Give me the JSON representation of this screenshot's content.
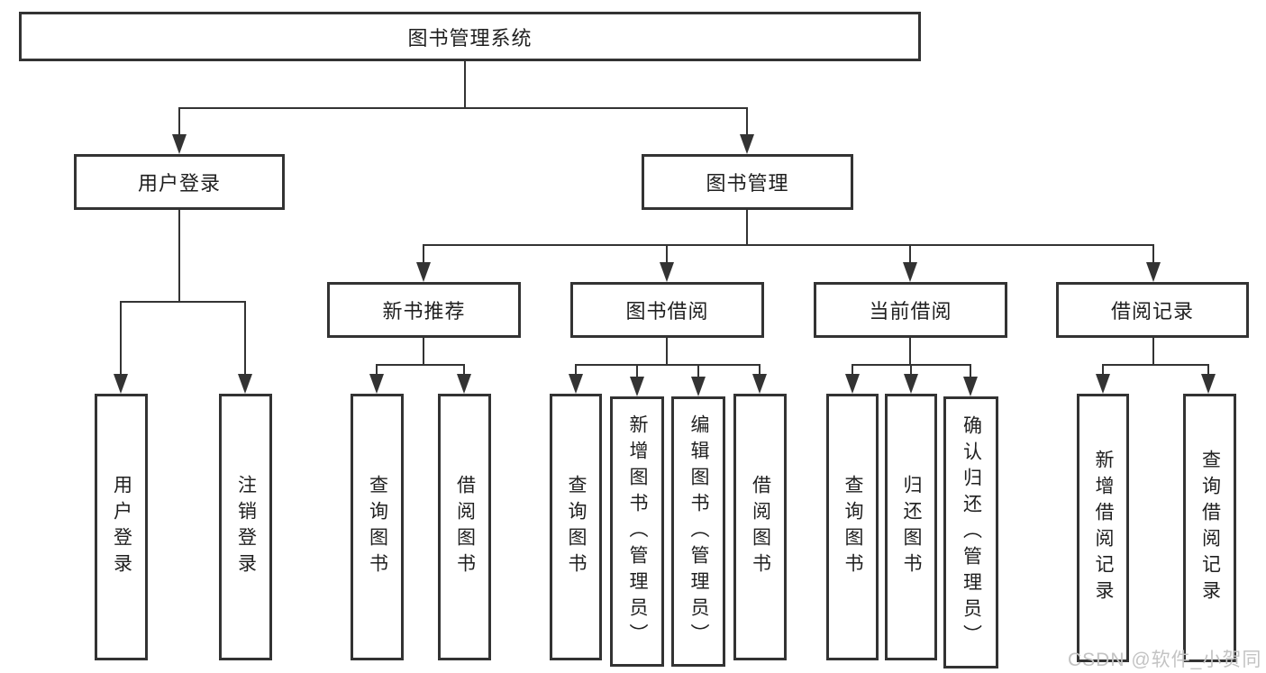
{
  "diagram": {
    "root": {
      "label": "图书管理系统"
    },
    "level2": [
      {
        "label": "用户登录"
      },
      {
        "label": "图书管理"
      }
    ],
    "level3": [
      {
        "label": "新书推荐"
      },
      {
        "label": "图书借阅"
      },
      {
        "label": "当前借阅"
      },
      {
        "label": "借阅记录"
      }
    ],
    "leaves": {
      "user_login": [
        {
          "label": "用户登录"
        },
        {
          "label": "注销登录"
        }
      ],
      "new_book": [
        {
          "label": "查询图书"
        },
        {
          "label": "借阅图书"
        }
      ],
      "book_borrow": [
        {
          "label": "查询图书"
        },
        {
          "label": "新增图书（管理员）"
        },
        {
          "label": "编辑图书（管理员）"
        },
        {
          "label": "借阅图书"
        }
      ],
      "current_borrow": [
        {
          "label": "查询图书"
        },
        {
          "label": "归还图书"
        },
        {
          "label": "确认归还（管理员）"
        }
      ],
      "borrow_record": [
        {
          "label": "新增借阅记录"
        },
        {
          "label": "查询借阅记录"
        }
      ]
    },
    "watermark": "CSDN @软件_小贺同学",
    "colors": {
      "line": "#333333",
      "text": "#1f1f1f",
      "watermark": "#c3c3c3",
      "background": "#ffffff"
    }
  }
}
